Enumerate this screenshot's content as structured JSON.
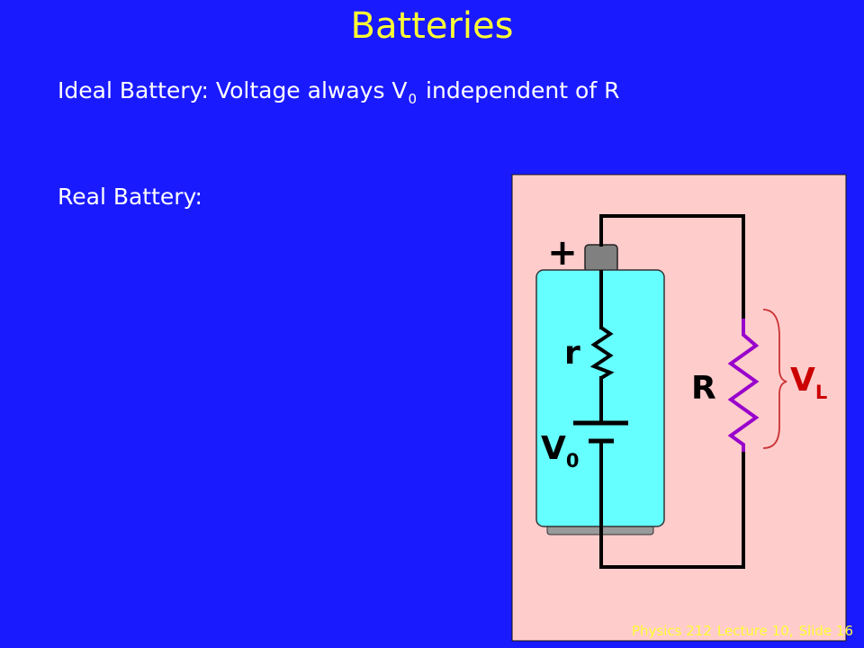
{
  "slide": {
    "title": "Batteries",
    "ideal_battery": {
      "lead": "Ideal Battery: Voltage always V",
      "subscript": "0",
      "tail": " independent of R"
    },
    "real_battery": "Real Battery:"
  },
  "diagram": {
    "plus_sign": "+",
    "internal_resistor_label": "r",
    "emf_label_main": "V",
    "emf_label_sub": "0",
    "load_resistor_label": "R",
    "load_voltage_main": "V",
    "load_voltage_sub": "L",
    "colors": {
      "panel": "#ffcccc",
      "battery_body": "#66ffff",
      "terminal": "#808080",
      "wire": "#000000",
      "load_resistor": "#9900cc",
      "text": "#000000"
    }
  },
  "footer": {
    "course": "Physics 212",
    "lecture": "Lecture 10,",
    "slide": "Slide 16"
  }
}
